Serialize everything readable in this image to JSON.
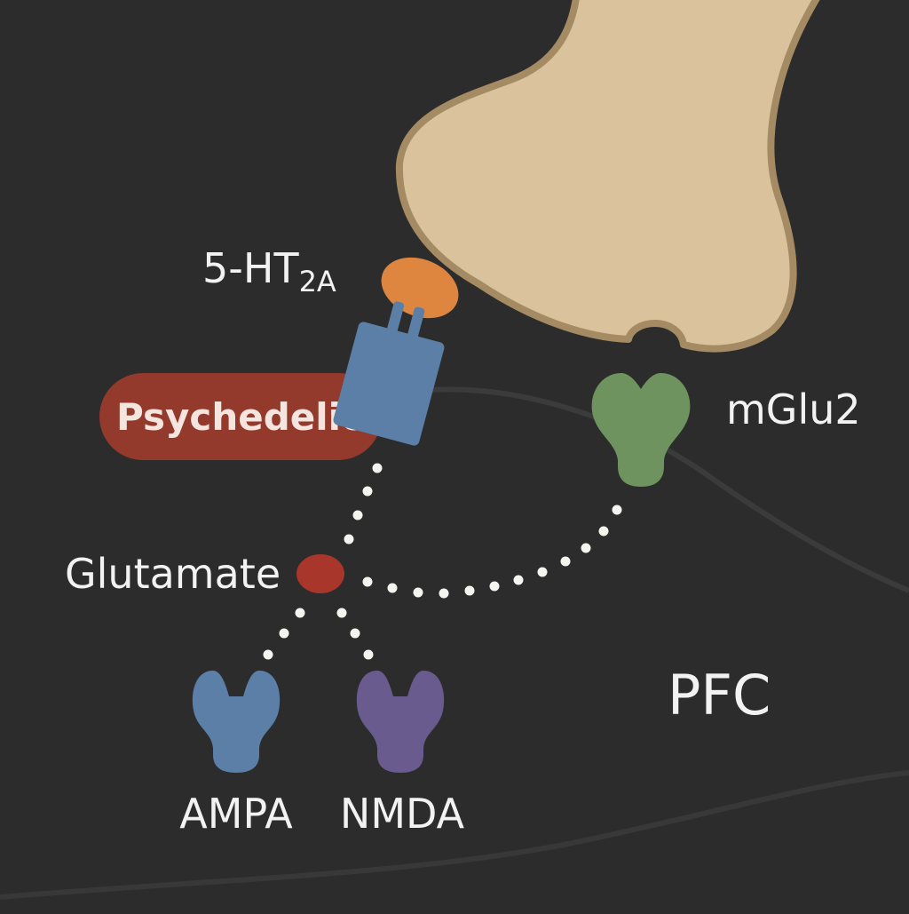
{
  "receptor_label": {
    "base": "5-HT",
    "subscript": "2A"
  },
  "drug_label": "Psychedelic",
  "neurotransmitter_label": "Glutamate",
  "presynaptic_receptor_label": "mGlu2",
  "receptor_left_label": "AMPA",
  "receptor_right_label": "NMDA",
  "region_label": "PFC",
  "colors": {
    "background": "#2c2c2c",
    "terminal_fill": "#d9c29c",
    "terminal_outline": "#a48b63",
    "ht2a_ligand": "#de8540",
    "ht2a_receptor": "#5b7fa6",
    "psychedelic": "#933a2d",
    "glutamate": "#a8362b",
    "mglu2": "#6f935f",
    "ampa": "#5b7fa6",
    "nmda": "#6a5b8e",
    "dots": "#f5f5f0"
  }
}
